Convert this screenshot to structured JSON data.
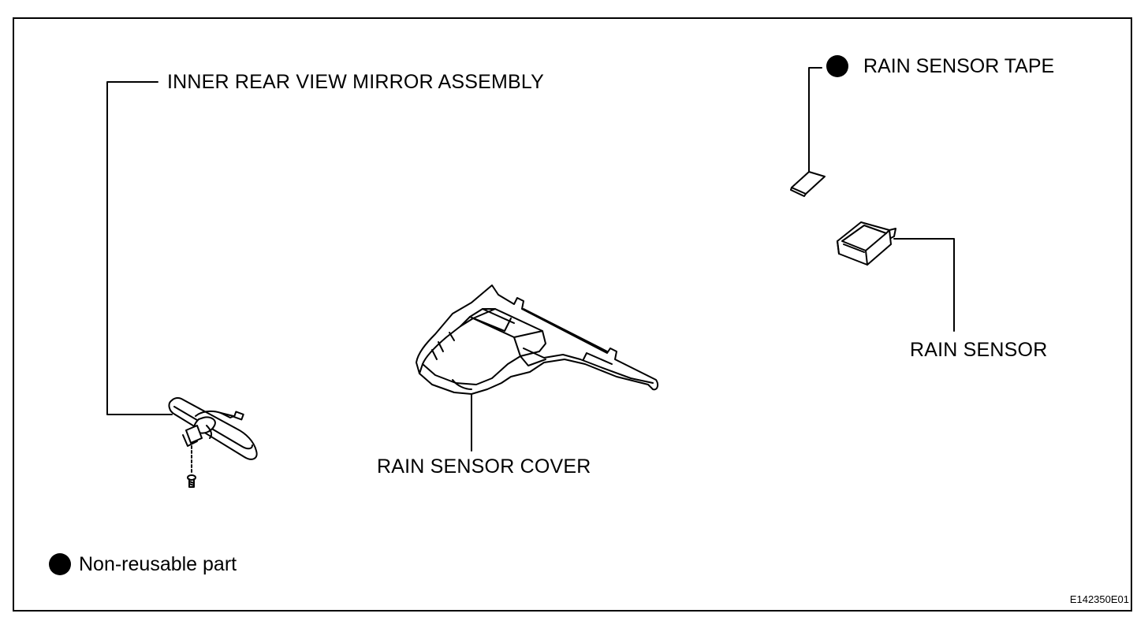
{
  "diagram": {
    "labels": {
      "mirror": "INNER REAR VIEW MIRROR ASSEMBLY",
      "tape": "RAIN SENSOR TAPE",
      "sensor": "RAIN SENSOR",
      "cover": "RAIN SENSOR COVER"
    },
    "legend": {
      "text": "Non-reusable part"
    },
    "figure_id": "E142350E01",
    "non_reusable_marker_color": "#000000",
    "parts": [
      "inner-rear-view-mirror-assembly",
      "rain-sensor-tape",
      "rain-sensor",
      "rain-sensor-cover",
      "screw"
    ]
  }
}
